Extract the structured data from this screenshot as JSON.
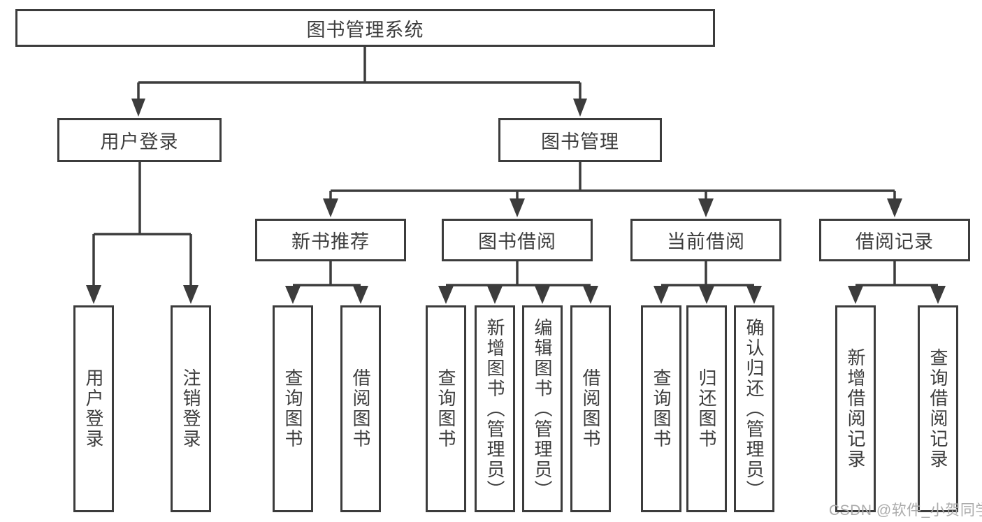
{
  "colors": {
    "line": "#3c3c3c",
    "box_background": "#ffffff",
    "text": "#3d3d3d",
    "watermark": "#ababab"
  },
  "watermark": {
    "text": "CSDN @软件_小贺同学"
  },
  "tree": {
    "root": {
      "label": "图书管理系统"
    },
    "branches": [
      {
        "label": "用户登录",
        "children": [
          "用户登录",
          "注销登录"
        ]
      },
      {
        "label": "图书管理",
        "groups": [
          {
            "label": "新书推荐",
            "children": [
              "查询图书",
              "借阅图书"
            ]
          },
          {
            "label": "图书借阅",
            "children": [
              "查询图书",
              "新增图书（管理员）",
              "编辑图书（管理员）",
              "借阅图书"
            ]
          },
          {
            "label": "当前借阅",
            "children": [
              "查询图书",
              "归还图书",
              "确认归还（管理员）"
            ]
          },
          {
            "label": "借阅记录",
            "children": [
              "新增借阅记录",
              "查询借阅记录"
            ]
          }
        ]
      }
    ]
  }
}
